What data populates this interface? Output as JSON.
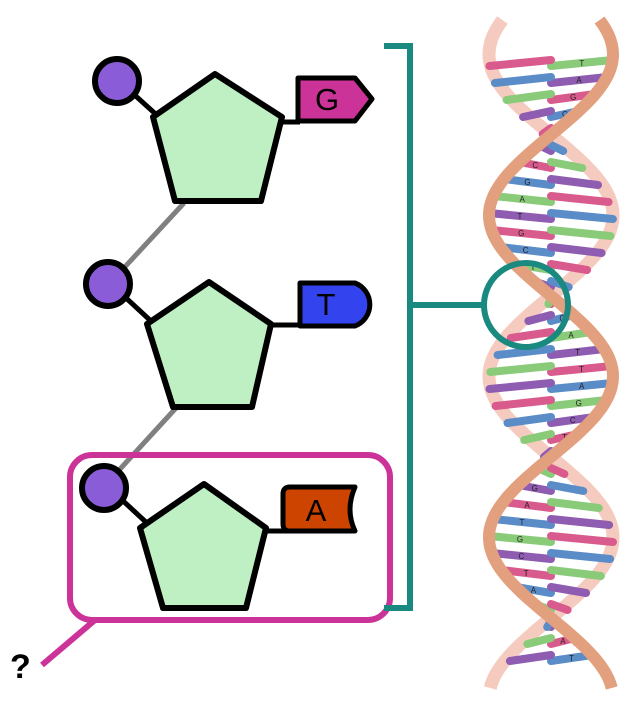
{
  "question_mark": "?",
  "nucleotides": [
    {
      "base": "G",
      "base_shape": "pentagon-arrow",
      "base_color": "#CC3399"
    },
    {
      "base": "T",
      "base_shape": "rounded",
      "base_color": "#3344EE"
    },
    {
      "base": "A",
      "base_shape": "concave",
      "base_color": "#CC4400"
    }
  ],
  "colors": {
    "sugar_fill": "#BEF0C4",
    "phosphate_fill": "#8A5CD8",
    "outline": "#000000",
    "backbone_link": "#808080",
    "bracket": "#1A8A80",
    "highlight_box": "#CC3399",
    "helix_strand_front": "#E2A07E",
    "helix_strand_back": "#F6CBBF"
  },
  "helix": {
    "description_icon": "dna-double-helix-icon",
    "rung_colors": [
      "#8ACB7A",
      "#8E5CB0",
      "#D95A8C",
      "#5A8CC8"
    ],
    "rung_letters": [
      "T",
      "A",
      "G",
      "C",
      "T",
      "A",
      "C",
      "G",
      "A",
      "T",
      "G",
      "C",
      "T",
      "A",
      "G",
      "C",
      "A",
      "T"
    ]
  }
}
